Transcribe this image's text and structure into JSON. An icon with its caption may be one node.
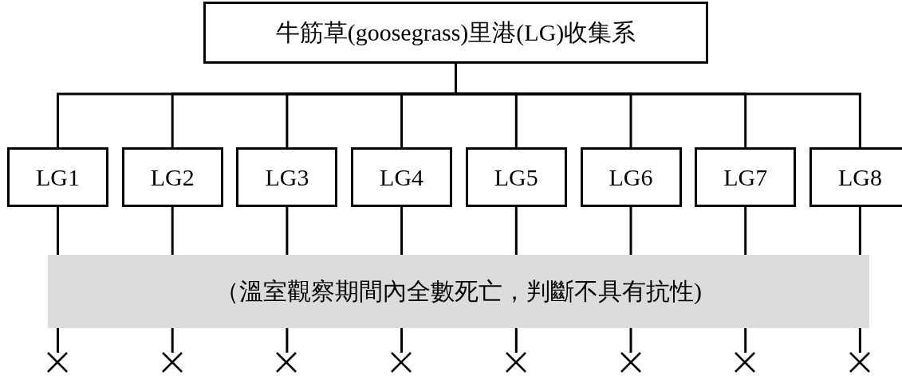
{
  "diagram": {
    "nodes": [
      {
        "text": [
          "牛筋草(goosegrass)里港(LG)收集系"
        ]
      },
      {
        "text": [
          "LG1"
        ]
      },
      {
        "text": [
          "LG2"
        ]
      },
      {
        "text": [
          "LG3"
        ]
      },
      {
        "text": [
          "LG4"
        ]
      },
      {
        "text": [
          "LG5"
        ]
      },
      {
        "text": [
          "LG6"
        ]
      },
      {
        "text": [
          "LG7"
        ]
      },
      {
        "text": [
          "LG8"
        ]
      },
      {
        "text": [],
        "shape": "cross"
      },
      {
        "text": [],
        "shape": "cross"
      },
      {
        "text": [],
        "shape": "cross"
      },
      {
        "text": [],
        "shape": "cross"
      },
      {
        "text": [],
        "shape": "cross"
      },
      {
        "text": [],
        "shape": "cross"
      },
      {
        "text": [],
        "shape": "cross"
      },
      {
        "text": [],
        "shape": "cross"
      }
    ],
    "edges": [
      {
        "from": 0,
        "to": 1,
        "arrow": "none"
      },
      {
        "from": 0,
        "to": 2,
        "arrow": "none"
      },
      {
        "from": 0,
        "to": 3,
        "arrow": "none"
      },
      {
        "from": 0,
        "to": 4,
        "arrow": "none"
      },
      {
        "from": 0,
        "to": 5,
        "arrow": "none"
      },
      {
        "from": 0,
        "to": 6,
        "arrow": "none"
      },
      {
        "from": 0,
        "to": 7,
        "arrow": "none"
      },
      {
        "from": 0,
        "to": 8,
        "arrow": "none"
      },
      {
        "from": 1,
        "to": 9,
        "arrow": "none"
      },
      {
        "from": 2,
        "to": 10,
        "arrow": "none"
      },
      {
        "from": 3,
        "to": 11,
        "arrow": "none"
      },
      {
        "from": 4,
        "to": 12,
        "arrow": "none"
      },
      {
        "from": 5,
        "to": 13,
        "arrow": "none"
      },
      {
        "from": 6,
        "to": 14,
        "arrow": "none"
      },
      {
        "from": 7,
        "to": 15,
        "arrow": "none"
      },
      {
        "from": 8,
        "to": 16,
        "arrow": "none"
      }
    ],
    "labels": [
      "（溫室觀察期間內全數死亡，判斷不具有抗性)"
    ]
  }
}
